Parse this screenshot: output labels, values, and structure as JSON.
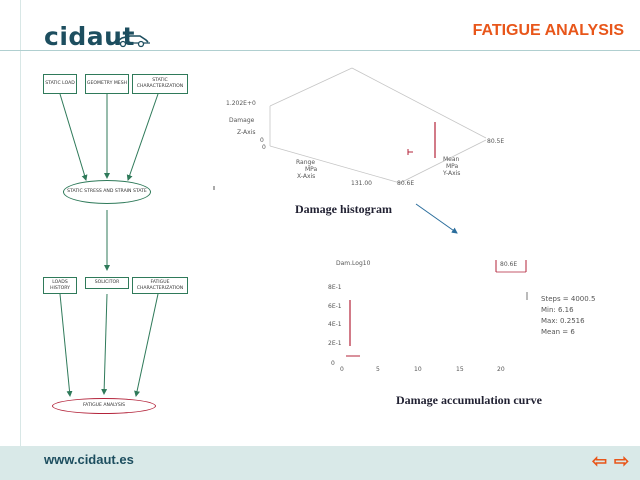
{
  "header": {
    "logo_text": "cidaut",
    "title": "FATIGUE ANALYSIS"
  },
  "footer": {
    "url": "www.cidaut.es",
    "prev_arrow": "⇦",
    "next_arrow": "⇨"
  },
  "flowchart": {
    "top_boxes": [
      "STATIC LOAD",
      "GEOMETRY MESH",
      "STATIC CHARACTERIZATION"
    ],
    "static_node": "STATIC STRESS AND STRAIN STATE",
    "bottom_boxes": [
      "LOADS HISTORY",
      "SOLICITOR",
      "FATIGUE CHARACTERIZATION"
    ],
    "fatigue_node": "FATIGUE ANALYSIS"
  },
  "histogram": {
    "top_label": "1.202E+0",
    "z_axis": [
      "Damage",
      "Z-Axis",
      "0",
      "0"
    ],
    "x_axis": [
      "Range",
      "MPa",
      "X-Axis"
    ],
    "y_axis": [
      "Mean",
      "MPa",
      "Y-Axis"
    ],
    "tick_right": "80.5E",
    "tick_bottom_left": "131.00",
    "tick_bottom_right": "80.6E",
    "caption": "Damage histogram"
  },
  "accumulation": {
    "ylabel": "Dam.Log10",
    "marker_label": "80.6E",
    "y_ticks": [
      "8E-1",
      "6E-1",
      "4E-1",
      "2E-1",
      "0"
    ],
    "x_ticks": [
      "0",
      "5",
      "10",
      "15",
      "20"
    ],
    "stats": [
      "Steps = 4000.5",
      "Min:     6.16",
      "Max:     0.2516",
      "Mean = 6"
    ],
    "caption": "Damage accumulation curve"
  }
}
